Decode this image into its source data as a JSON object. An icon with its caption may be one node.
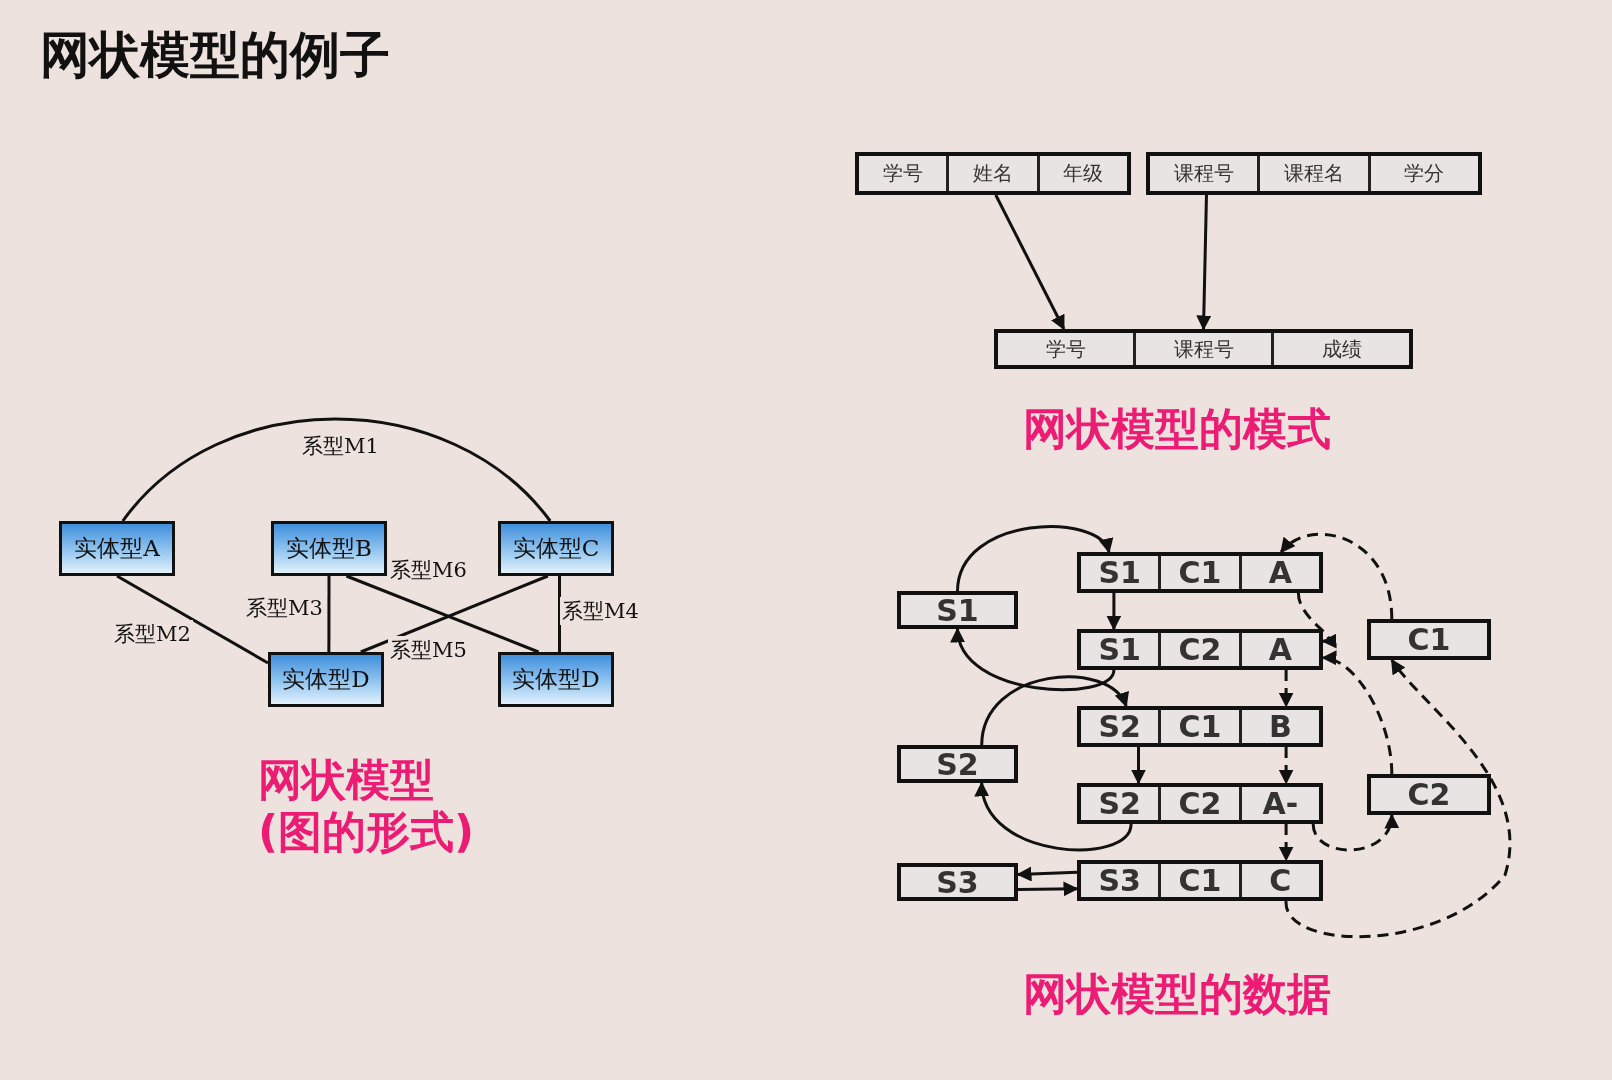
{
  "diagram": {
    "title": "网状模型的例子",
    "nodes": [
      {
        "text": [
          "实体型A"
        ]
      },
      {
        "text": [
          "实体型B"
        ]
      },
      {
        "text": [
          "实体型C"
        ]
      },
      {
        "text": [
          "实体型D"
        ]
      },
      {
        "text": [
          "实体型D"
        ]
      },
      {
        "text": [],
        "shape": "box"
      },
      {
        "text": [
          "学号"
        ],
        "in": 5
      },
      {
        "text": [
          "姓名"
        ],
        "in": 5
      },
      {
        "text": [
          "年级"
        ],
        "in": 5
      },
      {
        "text": [],
        "shape": "box"
      },
      {
        "text": [
          "课程号"
        ],
        "in": 9
      },
      {
        "text": [
          "课程名"
        ],
        "in": 9
      },
      {
        "text": [
          "学分"
        ],
        "in": 9
      },
      {
        "text": [],
        "shape": "box"
      },
      {
        "text": [
          "学号"
        ],
        "in": 13
      },
      {
        "text": [
          "课程号"
        ],
        "in": 13
      },
      {
        "text": [
          "成绩"
        ],
        "in": 13
      },
      {
        "text": [
          "S1"
        ]
      },
      {
        "text": [
          "S2"
        ]
      },
      {
        "text": [
          "S3"
        ]
      },
      {
        "text": [],
        "shape": "box"
      },
      {
        "text": [
          "S1"
        ],
        "in": 20
      },
      {
        "text": [
          "C1"
        ],
        "in": 20
      },
      {
        "text": [
          "A"
        ],
        "in": 20
      },
      {
        "text": [],
        "shape": "box"
      },
      {
        "text": [
          "S1"
        ],
        "in": 24
      },
      {
        "text": [
          "C2"
        ],
        "in": 24
      },
      {
        "text": [
          "A"
        ],
        "in": 24
      },
      {
        "text": [],
        "shape": "box"
      },
      {
        "text": [
          "S2"
        ],
        "in": 28
      },
      {
        "text": [
          "C1"
        ],
        "in": 28
      },
      {
        "text": [
          "B"
        ],
        "in": 28
      },
      {
        "text": [],
        "shape": "box"
      },
      {
        "text": [
          "S2"
        ],
        "in": 32
      },
      {
        "text": [
          "C2"
        ],
        "in": 32
      },
      {
        "text": [
          "A-"
        ],
        "in": 32
      },
      {
        "text": [],
        "shape": "box"
      },
      {
        "text": [
          "S3"
        ],
        "in": 36
      },
      {
        "text": [
          "C1"
        ],
        "in": 36
      },
      {
        "text": [
          "C"
        ],
        "in": 36
      },
      {
        "text": [
          "C1"
        ]
      },
      {
        "text": [
          "C2"
        ]
      }
    ],
    "edges": [
      {
        "from": 0,
        "to": 2,
        "arrow": "none",
        "label": "系型M1"
      },
      {
        "from": 0,
        "to": 3,
        "arrow": "none",
        "label": "系型M2"
      },
      {
        "from": 1,
        "to": 3,
        "arrow": "none",
        "label": "系型M3"
      },
      {
        "from": 2,
        "to": 4,
        "arrow": "none",
        "label": "系型M4"
      },
      {
        "from": 2,
        "to": 3,
        "arrow": "none",
        "label": "系型M5"
      },
      {
        "from": 1,
        "to": 4,
        "arrow": "none",
        "label": "系型M6"
      },
      {
        "from": 5,
        "to": 14,
        "arrow": "to"
      },
      {
        "from": 9,
        "to": 15,
        "arrow": "to"
      },
      {
        "from": 17,
        "to": 20,
        "arrow": "to"
      },
      {
        "from": 20,
        "to": 24,
        "arrow": "to"
      },
      {
        "from": 24,
        "to": 17,
        "arrow": "to"
      },
      {
        "from": 18,
        "to": 28,
        "arrow": "to"
      },
      {
        "from": 28,
        "to": 32,
        "arrow": "to"
      },
      {
        "from": 32,
        "to": 18,
        "arrow": "to"
      },
      {
        "from": 36,
        "to": 19,
        "arrow": "to"
      },
      {
        "from": 19,
        "to": 36,
        "arrow": "to"
      },
      {
        "from": 40,
        "to": 20,
        "arrow": "to",
        "style": "dashed"
      },
      {
        "from": 20,
        "to": 24,
        "arrow": "to",
        "style": "dashed"
      },
      {
        "from": 24,
        "to": 28,
        "arrow": "to",
        "style": "dashed"
      },
      {
        "from": 28,
        "to": 32,
        "arrow": "to",
        "style": "dashed"
      },
      {
        "from": 32,
        "to": 36,
        "arrow": "to",
        "style": "dashed"
      },
      {
        "from": 41,
        "to": 24,
        "arrow": "to",
        "style": "dashed"
      },
      {
        "from": 32,
        "to": 41,
        "arrow": "to",
        "style": "dashed"
      },
      {
        "from": 36,
        "to": 40,
        "arrow": "to",
        "style": "dashed"
      }
    ],
    "labels": [
      "网状模型的模式",
      "网状模型",
      "(图的形式)",
      "网状模型的数据"
    ]
  }
}
